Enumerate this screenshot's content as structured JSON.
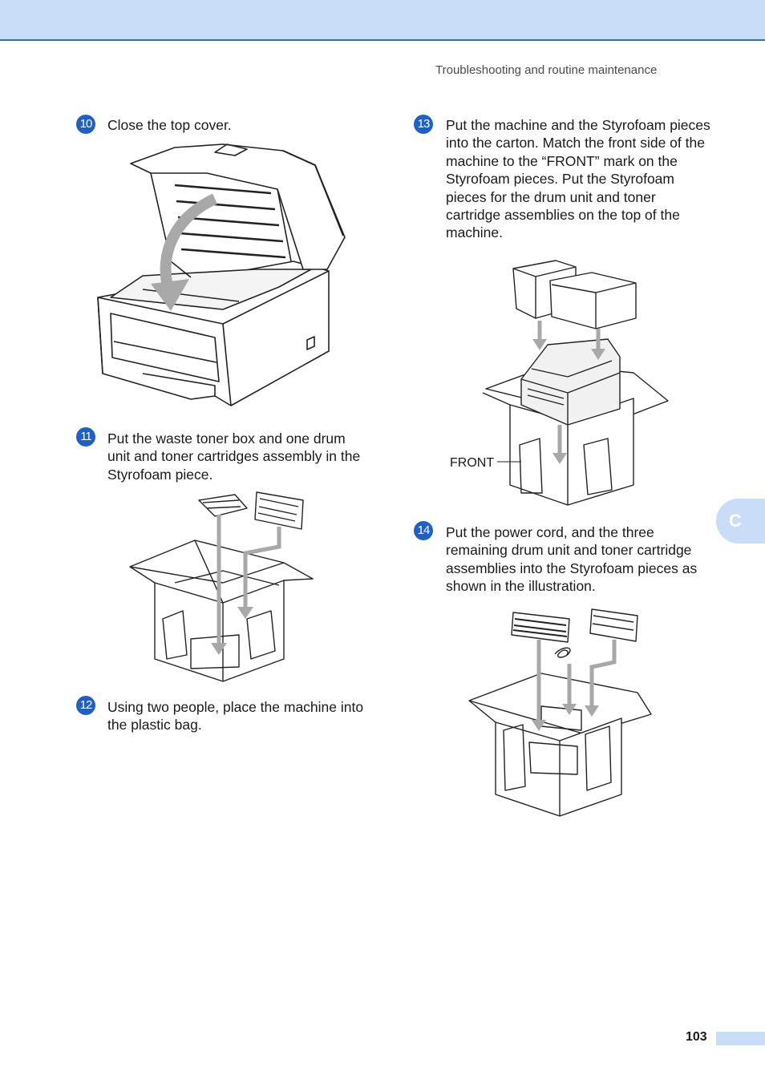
{
  "header": {
    "running_title": "Troubleshooting and routine maintenance"
  },
  "steps": [
    {
      "number": "10",
      "text": "Close the top cover."
    },
    {
      "number": "11",
      "text": "Put the waste toner box and one drum unit and toner cartridges assembly in the Styrofoam piece."
    },
    {
      "number": "12",
      "text": "Using two people, place the machine into the plastic bag."
    },
    {
      "number": "13",
      "text": "Put the machine and the Styrofoam pieces into the carton. Match the front side of the machine to the “FRONT” mark on the Styrofoam pieces. Put the Styrofoam pieces for the drum unit and toner cartridge assemblies on the top of the machine."
    },
    {
      "number": "14",
      "text": "Put the power cord, and the three remaining drum unit and toner cartridge assemblies into the Styrofoam pieces as shown in the illustration."
    }
  ],
  "figures": {
    "front_label": "FRONT"
  },
  "side_tab": {
    "label": "C"
  },
  "footer": {
    "page_number": "103"
  },
  "colors": {
    "accent": "#1f5fc8",
    "band": "#c9dcf8",
    "arrow": "#a8a8a8"
  }
}
